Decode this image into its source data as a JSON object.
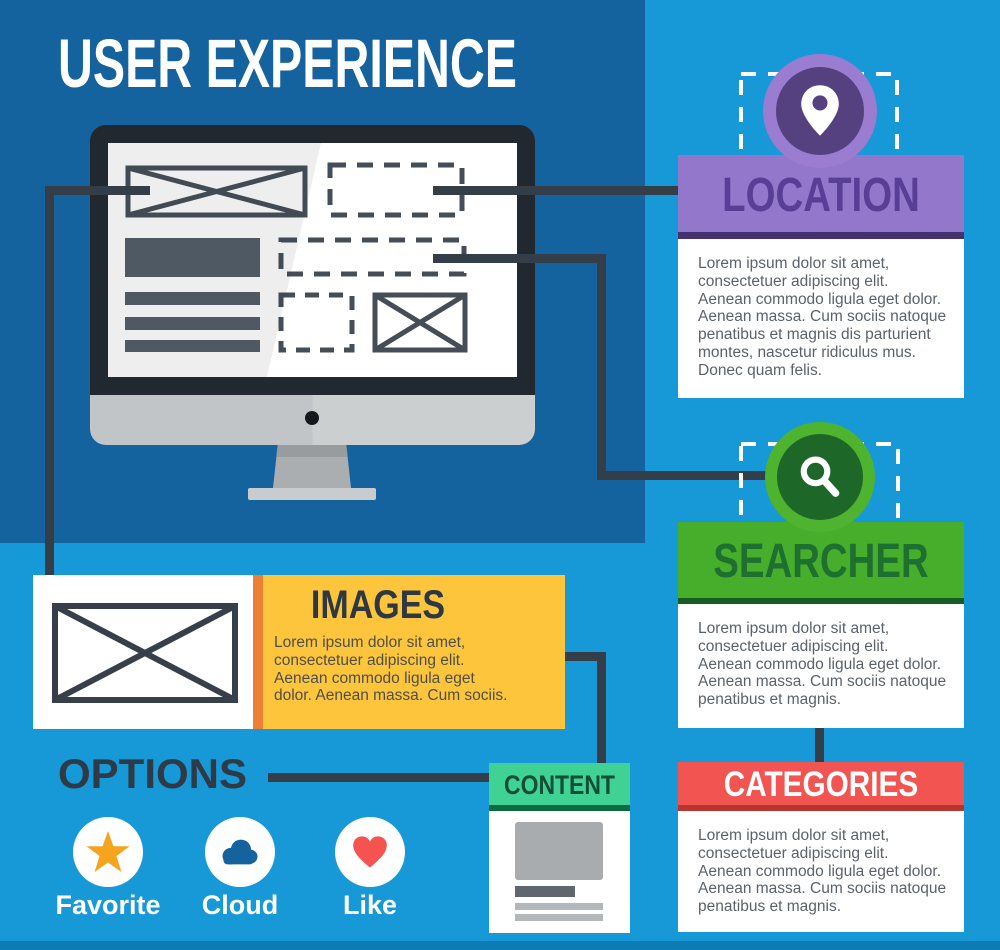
{
  "page_title": "USER EXPERIENCE",
  "cards": {
    "location": {
      "title": "LOCATION",
      "icon": "map-pin-icon",
      "accent": "#9277cb",
      "accent_dark": "#47306f",
      "body": "Lorem ipsum dolor sit amet,\nconsectetuer adipiscing elit.\nAenean commodo ligula eget dolor.\nAenean massa. Cum sociis natoque\npenatibus et magnis dis parturient\nmontes, nascetur ridiculus mus.\nDonec quam felis."
    },
    "searcher": {
      "title": "SEARCHER",
      "icon": "magnifier-icon",
      "accent": "#47ae2b",
      "accent_dark": "#175c22",
      "body": "Lorem ipsum dolor sit amet,\nconsectetuer adipiscing elit.\nAenean commodo ligula eget dolor.\nAenean massa. Cum sociis natoque\npenatibus et magnis."
    },
    "categories": {
      "title": "CATEGORIES",
      "accent": "#f25551",
      "accent_dark": "#b8342e",
      "body": "Lorem ipsum dolor sit amet,\nconsectetuer adipiscing elit.\nAenean commodo ligula eget dolor.\nAenean massa. Cum sociis natoque\npenatibus et magnis."
    },
    "images": {
      "title": "IMAGES",
      "accent": "#fdc53c",
      "accent_strip": "#ec8136",
      "body": "Lorem ipsum dolor sit amet,\nconsectetuer adipiscing elit.\nAenean commodo ligula eget\ndolor. Aenean massa. Cum sociis."
    },
    "content": {
      "title": "CONTENT",
      "accent": "#40d295",
      "accent_dark": "#0c6b43"
    }
  },
  "options": {
    "heading": "OPTIONS",
    "items": [
      {
        "label": "Favorite",
        "icon": "star-icon",
        "color": "#f6a41f"
      },
      {
        "label": "Cloud",
        "icon": "cloud-icon",
        "color": "#15639e"
      },
      {
        "label": "Like",
        "icon": "heart-icon",
        "color": "#f4534f"
      }
    ]
  },
  "colors": {
    "background": "#1798d7",
    "panel": "#14639f",
    "connector": "#333e48",
    "footer_strip": "#0d7cb5"
  }
}
